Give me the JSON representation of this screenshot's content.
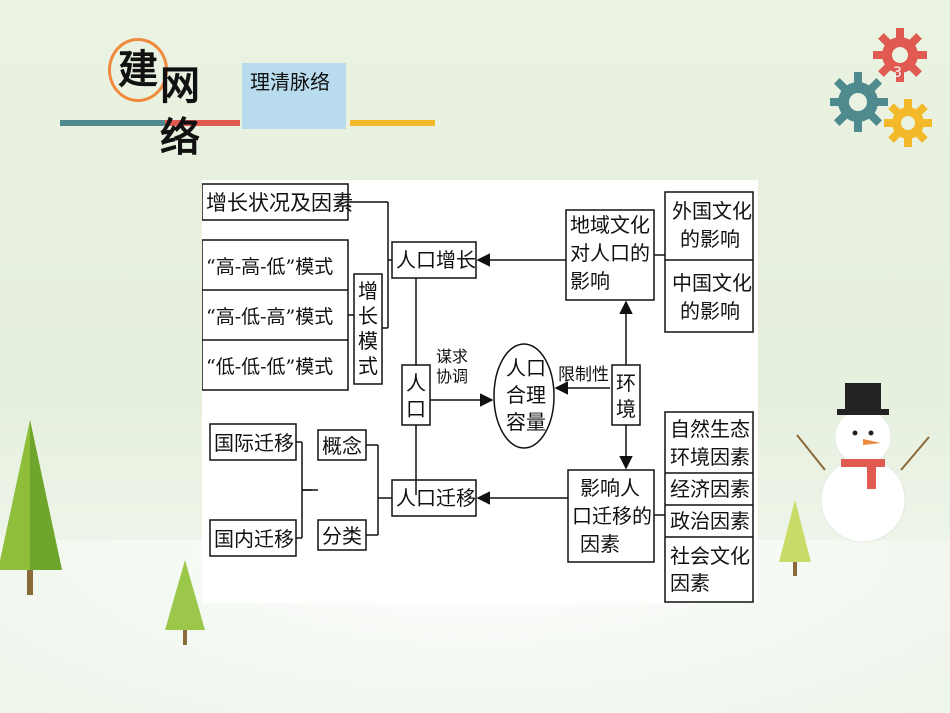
{
  "title": {
    "chars": [
      "建",
      "网",
      "络"
    ],
    "subtitle": "理清脉络"
  },
  "page_number": "3",
  "diagram": {
    "left_top": "增长状况及因素",
    "modes": [
      "“高-高-低”模式",
      "“高-低-高”模式",
      "“低-低-低”模式"
    ],
    "growth_mode_label": "增长模式",
    "population_growth": "人口增长",
    "population": "人口",
    "seek_coordination": "谋求协调",
    "capacity": "人口合理容量",
    "restriction": "限制性",
    "environment": "环境",
    "regional_culture": "地域文化对人口的影响",
    "foreign_culture": "外国文化的影响",
    "chinese_culture": "中国文化的影响",
    "migration_factors": "影响人口迁移的因素",
    "factor_list": [
      "自然生态环境因素",
      "经济因素",
      "政治因素",
      "社会文化因素"
    ],
    "population_migration": "人口迁移",
    "concept": "概念",
    "classification": "分类",
    "international_migration": "国际迁移",
    "domestic_migration": "国内迁移"
  },
  "colors": {
    "accent_orange": "#f08a3c",
    "bar_teal": "#4f8a8e",
    "bar_red": "#e05a52",
    "bar_yellow": "#f3b92a",
    "subtitle_bg": "#b8dbee"
  }
}
